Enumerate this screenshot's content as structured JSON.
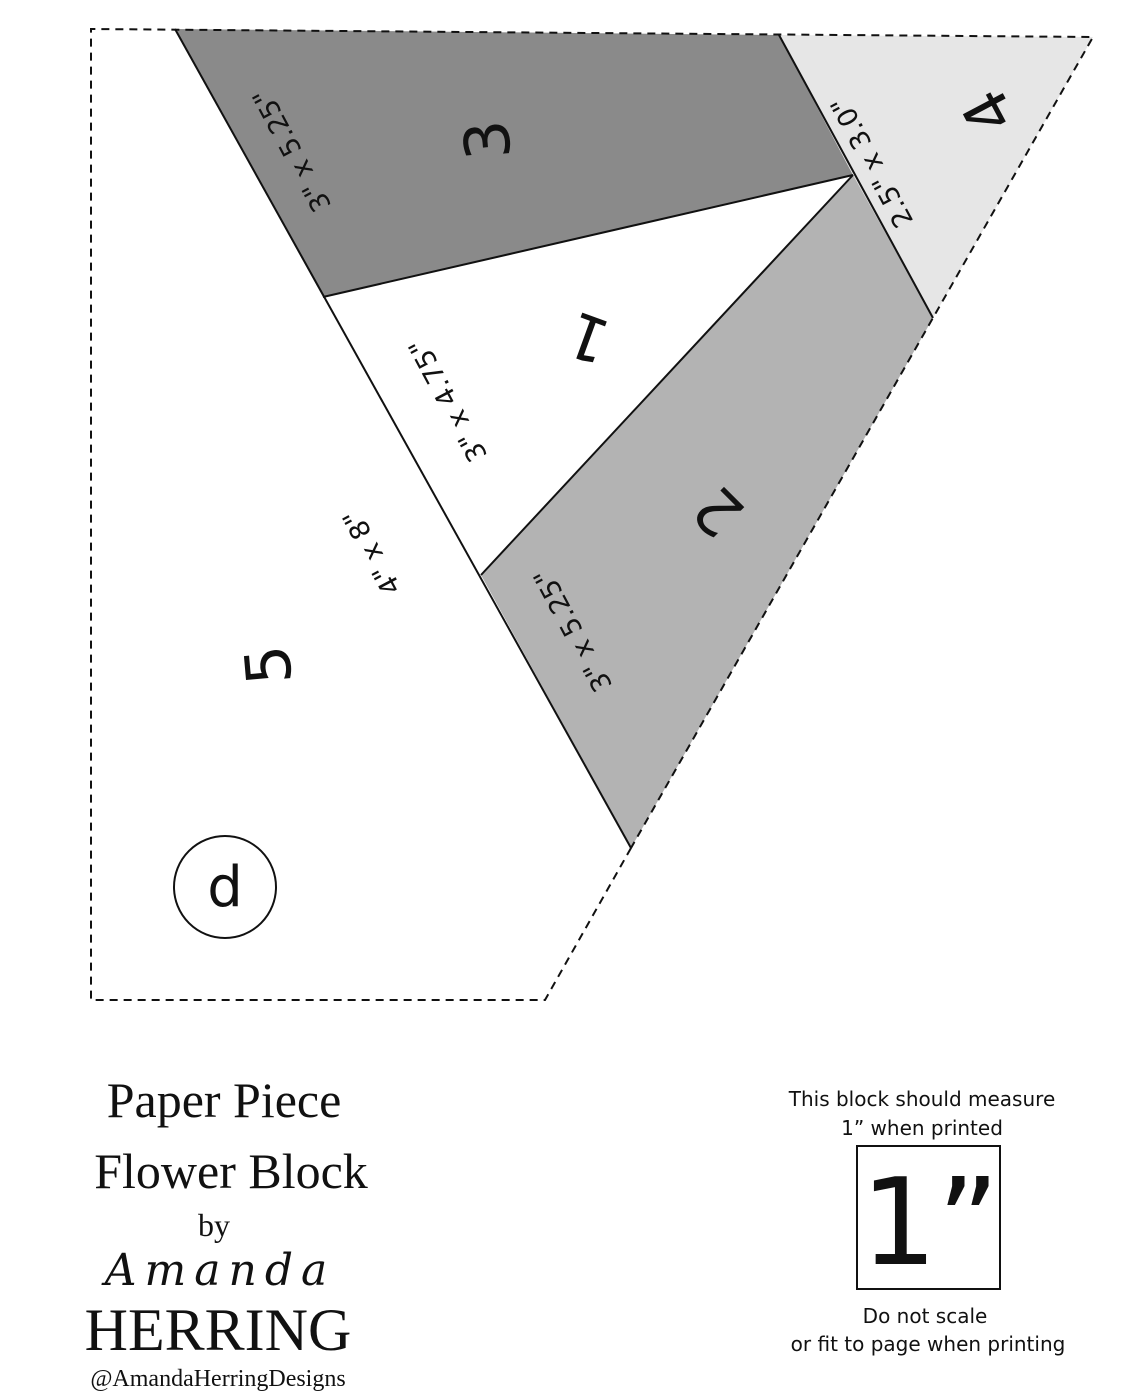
{
  "pattern": {
    "pieces": [
      {
        "number": "1",
        "size": "3\" x 4.75\"",
        "color": "#ffffff"
      },
      {
        "number": "2",
        "size": "3\" x 5.25\"",
        "color": "#b3b3b3"
      },
      {
        "number": "3",
        "size": "3\" x 5.25\"",
        "color": "#8a8a8a"
      },
      {
        "number": "4",
        "size": "2.5\" x 3.0\"",
        "color": "#e6e6e6"
      },
      {
        "number": "5",
        "size": "4\" x 8\"",
        "color": "#ffffff"
      }
    ],
    "section_label": "d"
  },
  "title": {
    "line1": "Paper Piece",
    "line2": "Flower Block"
  },
  "credit": {
    "by": "by",
    "script_name": "Amanda",
    "surname": "HERRING",
    "handle": "@AmandaHerringDesigns"
  },
  "scale": {
    "note_line1": "This block should measure",
    "note_line2": "1” when printed",
    "box_label": "1”",
    "warning_line1": "Do not scale",
    "warning_line2": "or fit to page when printing"
  }
}
